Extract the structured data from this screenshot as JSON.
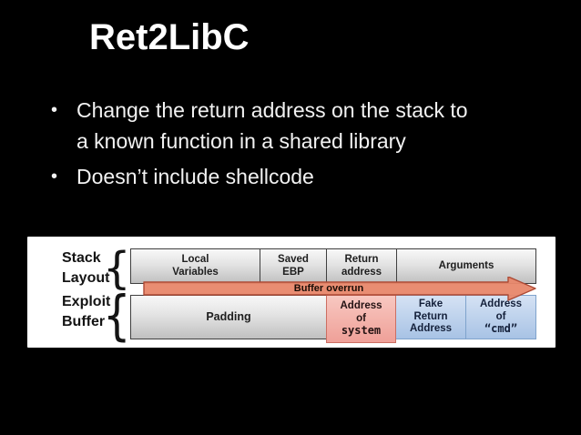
{
  "slide": {
    "title": "Ret2LibC",
    "bullet_glyph": "•",
    "bullets": [
      {
        "lines": [
          "Change the return address on the stack to",
          "a known function in a shared library"
        ]
      },
      {
        "lines": [
          "Doesn’t include shellcode"
        ]
      }
    ]
  },
  "diagram": {
    "brace_glyph": "{",
    "row_labels": [
      {
        "lines": [
          "Stack",
          "Layout"
        ]
      },
      {
        "lines": [
          "Exploit",
          "Buffer"
        ]
      }
    ],
    "stack_row": {
      "cells": [
        {
          "lines": [
            "Local",
            "Variables"
          ]
        },
        {
          "lines": [
            "Saved",
            "EBP"
          ]
        },
        {
          "lines": [
            "Return",
            "address"
          ]
        },
        {
          "lines": [
            "Arguments"
          ]
        }
      ]
    },
    "arrow_label": "Buffer overrun",
    "exploit_row": {
      "cells": [
        {
          "lines": [
            "Padding"
          ]
        },
        {
          "lines": [
            "Address",
            "of",
            "system"
          ]
        },
        {
          "lines": [
            "Fake",
            "Return",
            "Address"
          ]
        },
        {
          "lines": [
            "Address",
            "of",
            "“cmd”"
          ]
        }
      ]
    },
    "colors": {
      "background": "#000000",
      "panel": "#ffffff",
      "bullet_text": "#f2f2f2",
      "arrow_fill": "#e8876a",
      "arrow_border": "#ad4a35",
      "pink_fill": "#f2aca4",
      "pink_border": "#cc6e62",
      "blue_fill": "#bcd1ea",
      "blue_border": "#7fa3cc",
      "gray_fill": "#d9d9d9",
      "gray_border": "#3f3f3f"
    }
  }
}
